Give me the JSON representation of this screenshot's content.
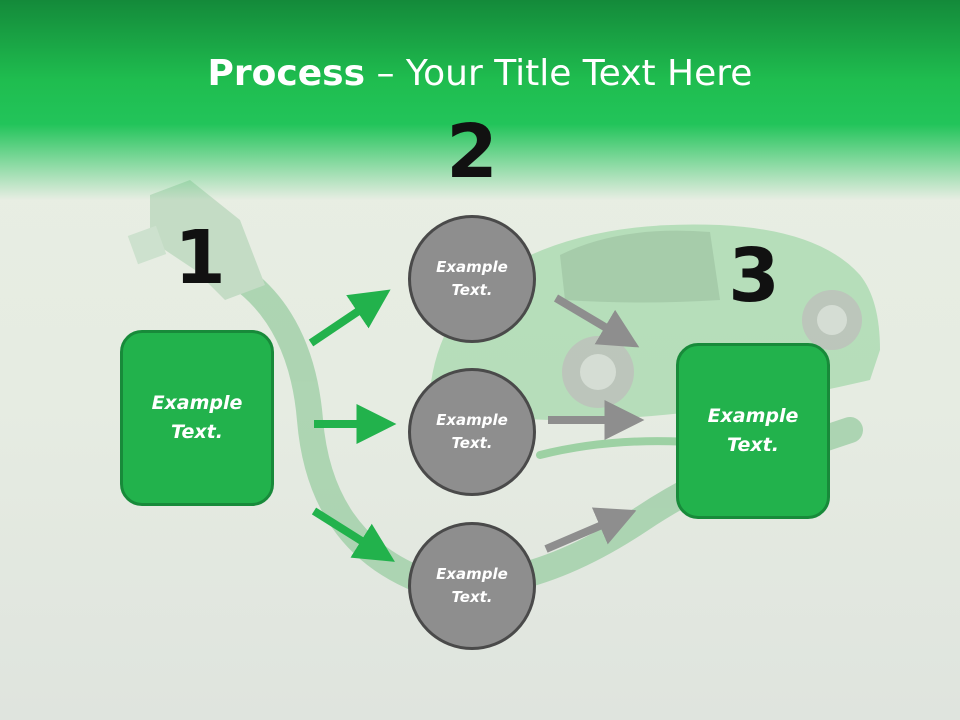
{
  "title": {
    "bold": "Process",
    "rest": " – Your Title Text Here"
  },
  "steps": {
    "one": {
      "number": "1",
      "text": "Example Text."
    },
    "two": {
      "number": "2"
    },
    "three": {
      "number": "3",
      "text": "Example Text."
    }
  },
  "circles": [
    {
      "text": "Example Text."
    },
    {
      "text": "Example Text."
    },
    {
      "text": "Example Text."
    }
  ],
  "colors": {
    "green": "#22b24c",
    "green_dark": "#188a3a",
    "gray": "#8e8e8e",
    "header_green": "#22c45a"
  }
}
